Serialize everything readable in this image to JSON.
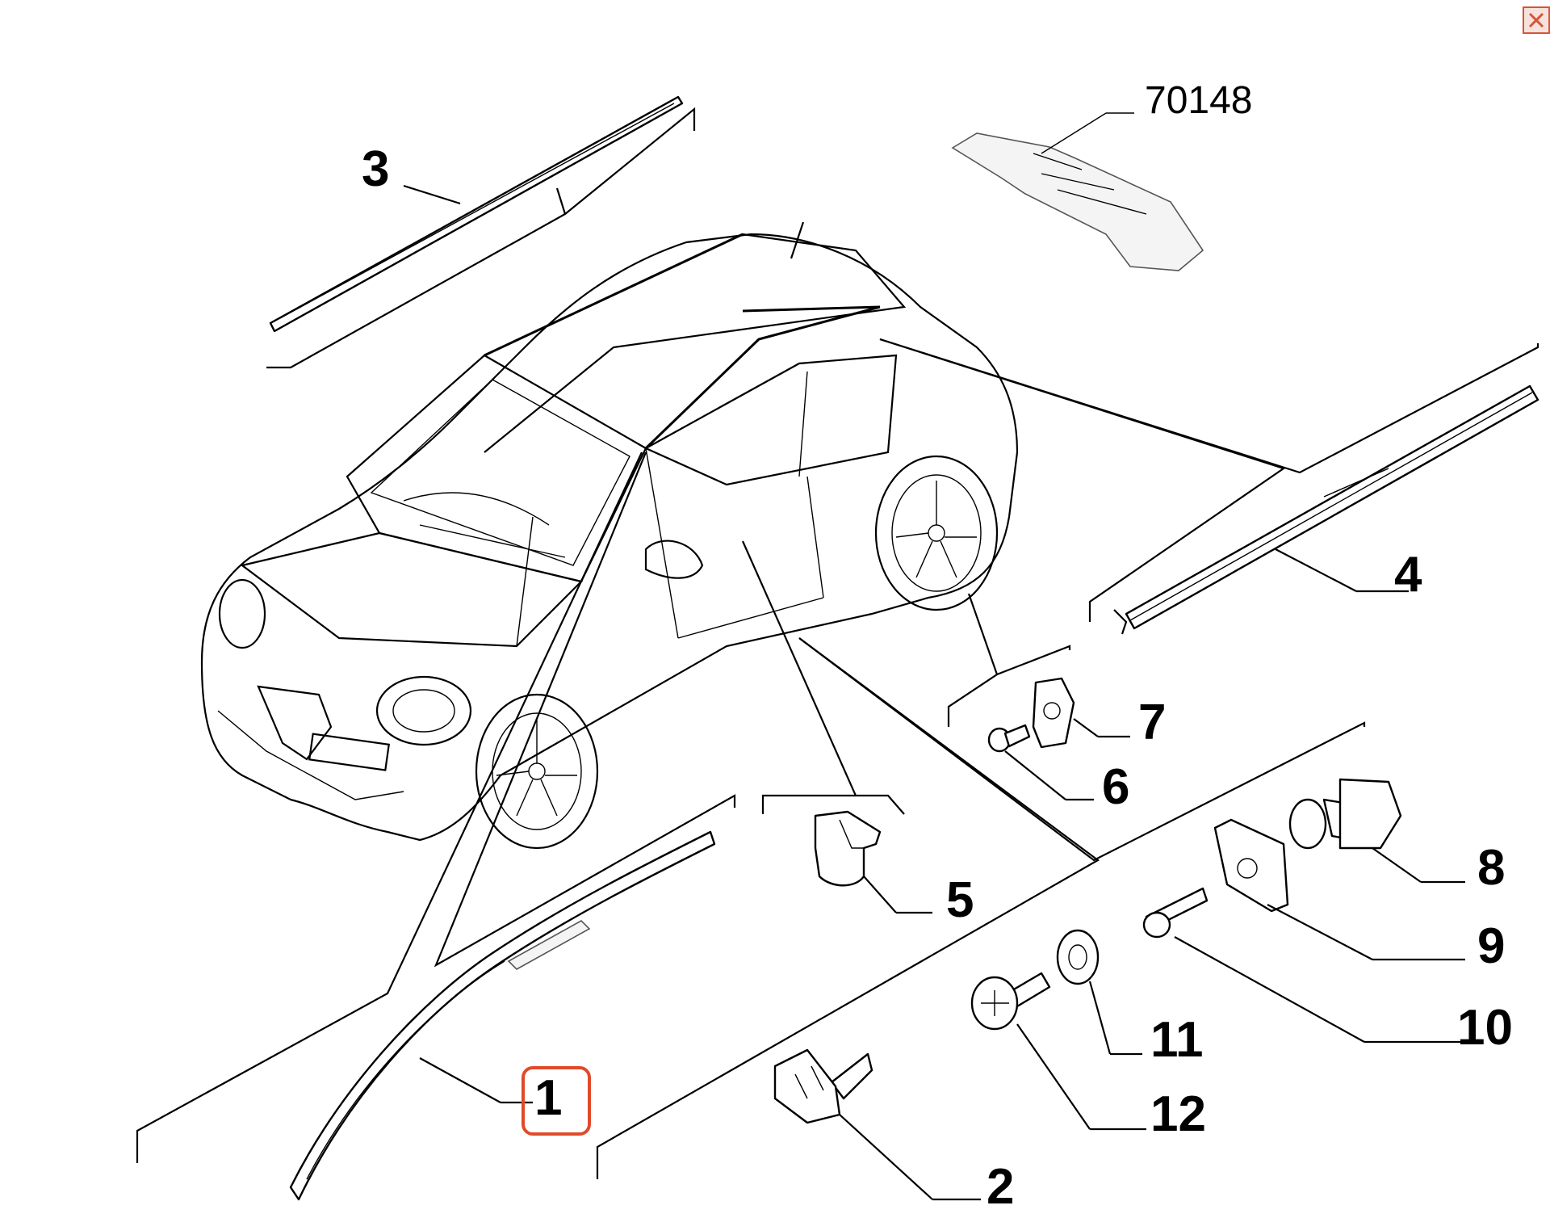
{
  "diagram": {
    "callouts": {
      "c1": "1",
      "c2": "2",
      "c3": "3",
      "c4": "4",
      "c5": "5",
      "c6": "6",
      "c7": "7",
      "c8": "8",
      "c9": "9",
      "c10": "10",
      "c11": "11",
      "c12": "12",
      "ref": "70148"
    },
    "highlighted_callout": "1",
    "highlight_color": "#e04a2a"
  },
  "icons": {
    "close": "close-icon"
  }
}
